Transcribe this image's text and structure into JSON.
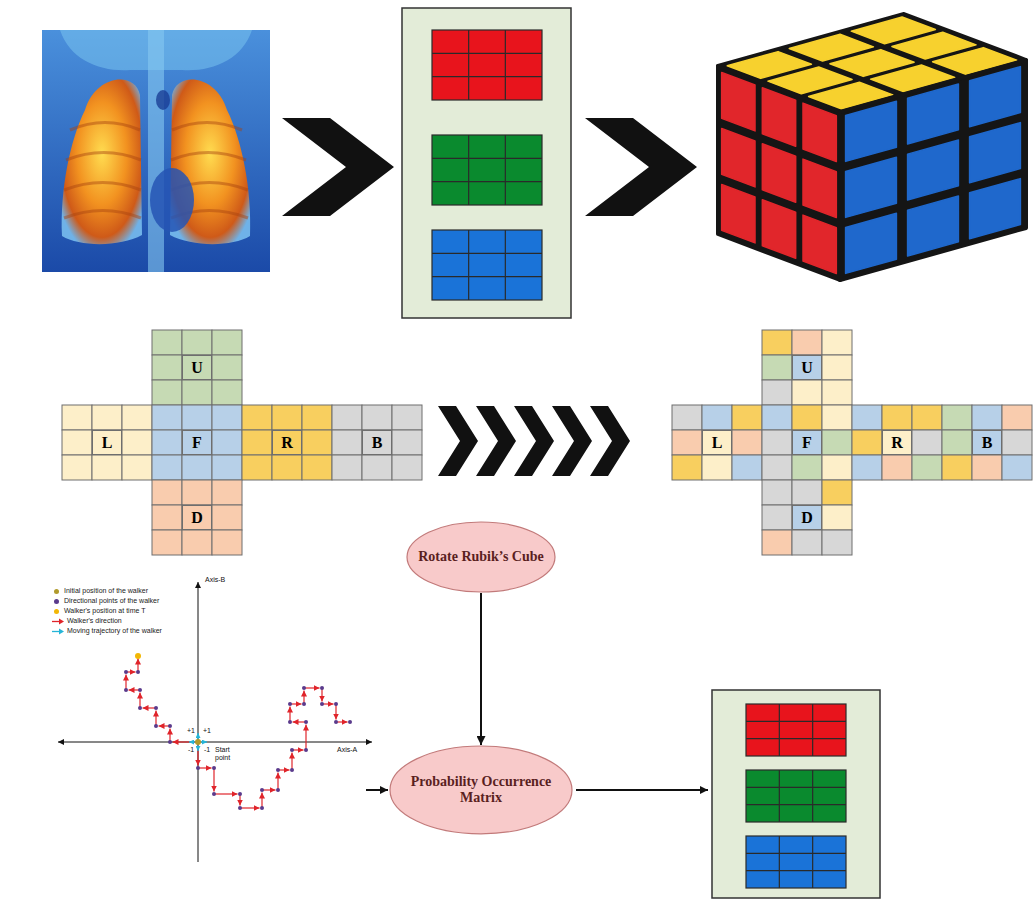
{
  "diagram": {
    "nodes": [
      {
        "text": [
          "U"
        ]
      },
      {
        "text": [
          "L"
        ]
      },
      {
        "text": [
          "F"
        ]
      },
      {
        "text": [
          "R"
        ]
      },
      {
        "text": [
          "B"
        ]
      },
      {
        "text": [
          "D"
        ]
      },
      {
        "text": [
          "U"
        ]
      },
      {
        "text": [
          "L"
        ]
      },
      {
        "text": [
          "F"
        ]
      },
      {
        "text": [
          "R"
        ]
      },
      {
        "text": [
          "B"
        ]
      },
      {
        "text": [
          "D"
        ]
      },
      {
        "text": [
          "Rotate Rubik’s Cube"
        ]
      },
      {
        "text": [
          "Probability Occurrence Matrix"
        ]
      }
    ],
    "edges": [
      {
        "from": 12,
        "to": 13,
        "arrow": "to"
      }
    ],
    "labels": [
      "Axis-B",
      "+1",
      "+1",
      "Axis-A",
      "-1",
      "-1",
      "Start point"
    ],
    "legend": [
      {
        "text": "Initial position of the walker",
        "color": "#b09a2c"
      },
      {
        "text": "Directional points of the walker",
        "color": "#5a3a8c"
      },
      {
        "text": "Walker's position at time T",
        "color": "#f2b705"
      },
      {
        "text": "Walker's direction"
      },
      {
        "text": "Moving trajectory of the walker"
      }
    ]
  }
}
